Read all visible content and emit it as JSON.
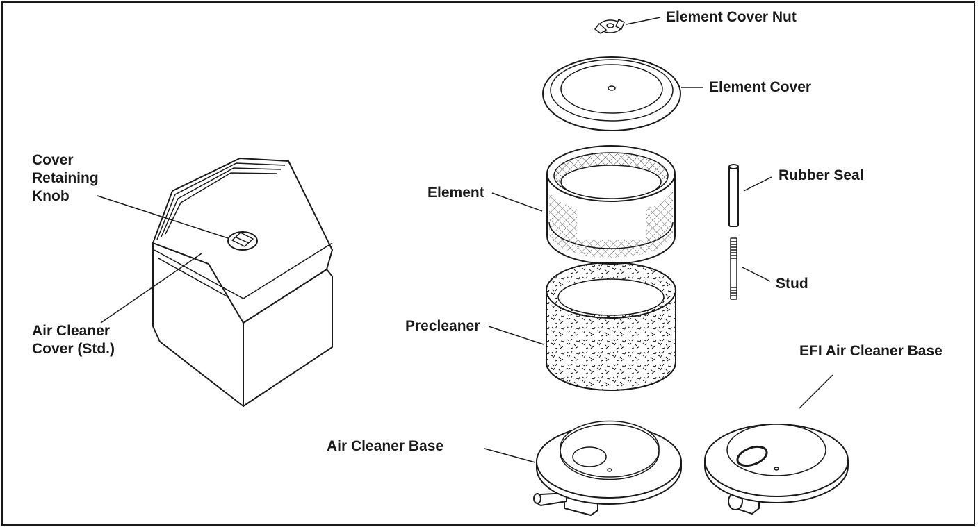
{
  "labels": {
    "cover_retaining_knob": [
      "Cover",
      "Retaining",
      "Knob"
    ],
    "air_cleaner_cover": [
      "Air Cleaner",
      "Cover (Std.)"
    ],
    "element_cover_nut": "Element Cover Nut",
    "element_cover": "Element Cover",
    "element": "Element",
    "rubber_seal": "Rubber Seal",
    "stud": "Stud",
    "precleaner": "Precleaner",
    "efi_air_cleaner_base": "EFI Air Cleaner Base",
    "air_cleaner_base": "Air Cleaner Base"
  },
  "colors": {
    "ink": "#1a1a1a",
    "paper": "#ffffff",
    "shade": "#d9d9d9"
  }
}
